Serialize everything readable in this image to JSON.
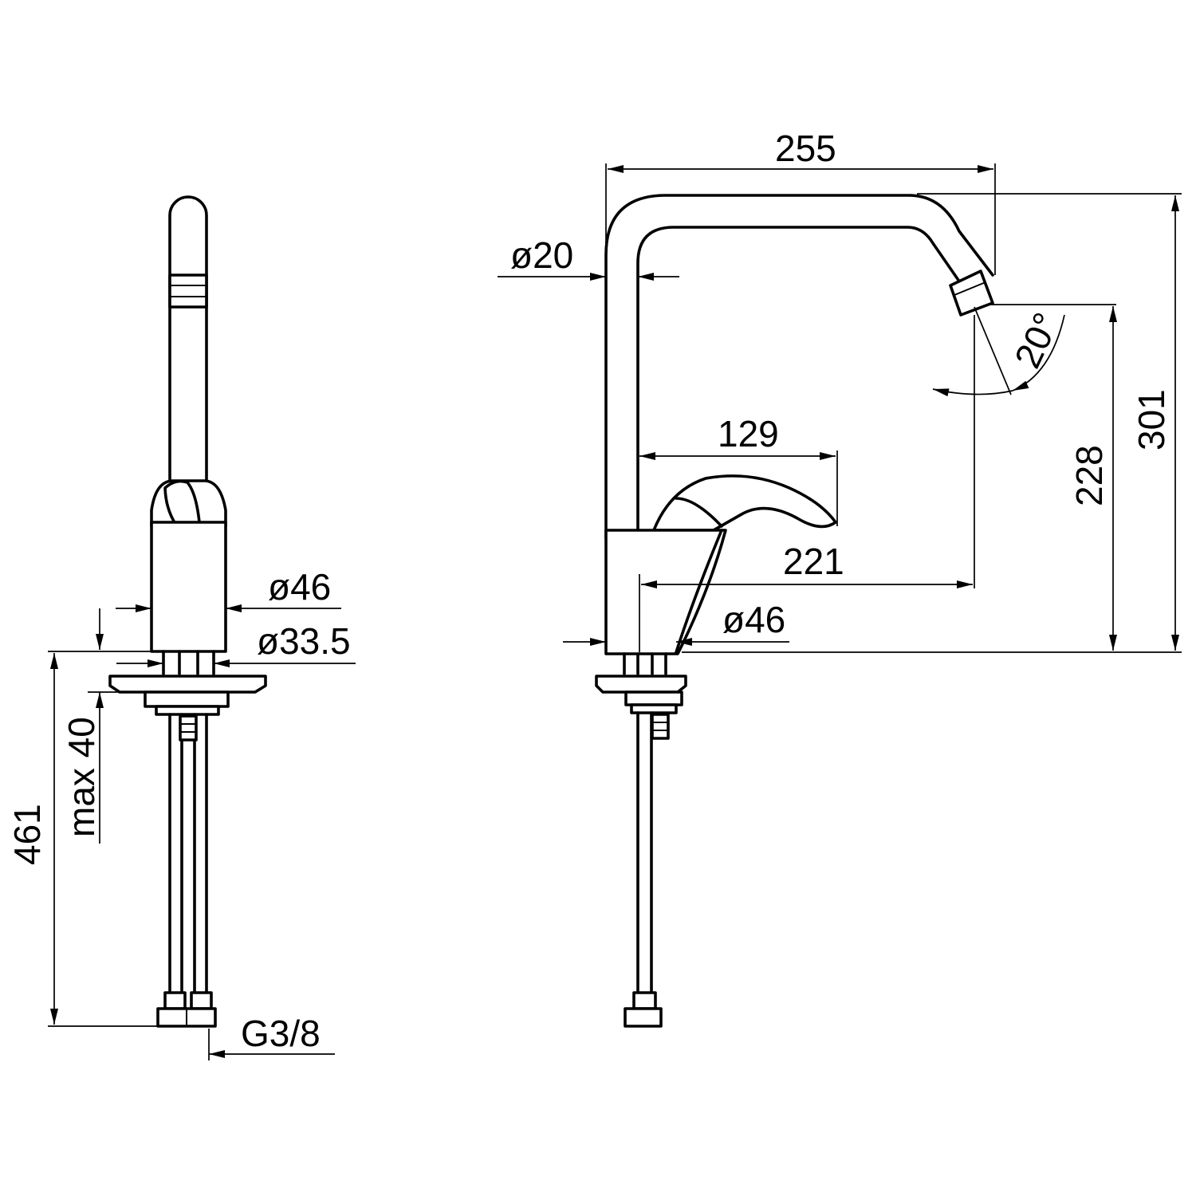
{
  "drawing": {
    "line_color": "#000000",
    "background": "#ffffff",
    "side_view": {
      "dims": {
        "d46": "ø46",
        "d33_5": "ø33.5",
        "max40": "max 40",
        "h461": "461",
        "thread": "G3/8"
      }
    },
    "front_view": {
      "dims": {
        "w255": "255",
        "d20": "ø20",
        "angle20": "20°",
        "h301": "301",
        "h228": "228",
        "w129": "129",
        "w221": "221",
        "d46": "ø46"
      }
    }
  }
}
